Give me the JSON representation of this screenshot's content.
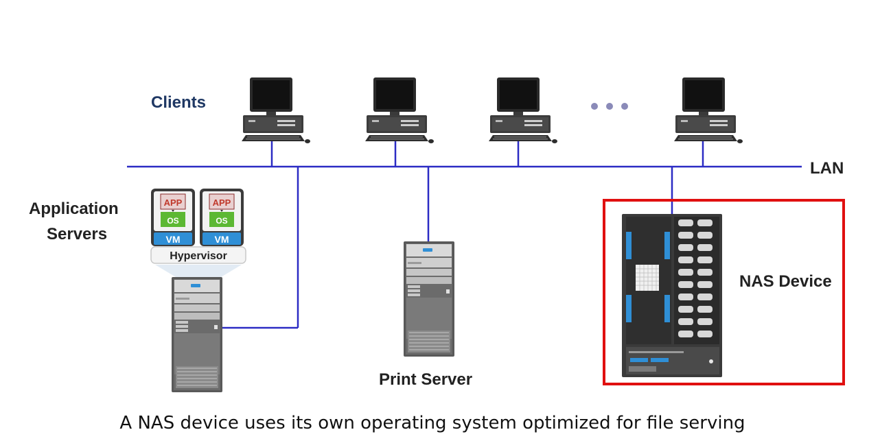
{
  "diagram": {
    "clients_label": "Clients",
    "lan_label": "LAN",
    "app_servers_label_line1": "Application",
    "app_servers_label_line2": "Servers",
    "print_server_label": "Print Server",
    "nas_label": "NAS Device",
    "vm_label": "VM",
    "app_label": "APP",
    "os_label": "OS",
    "hypervisor_label": "Hypervisor",
    "caption": "A NAS device uses its own operating system optimized for file serving"
  },
  "colors": {
    "lan_line": "#2b2bc4",
    "highlight_box": "#e01010",
    "clients_text": "#1f3864",
    "vm_blue": "#2f8fd6",
    "os_green": "#5cb833",
    "app_red": "#c0392b"
  },
  "icons": [
    "client-computer-icon",
    "server-tower-icon",
    "nas-rack-icon",
    "vm-icon",
    "hypervisor-icon",
    "ellipsis-icon"
  ]
}
